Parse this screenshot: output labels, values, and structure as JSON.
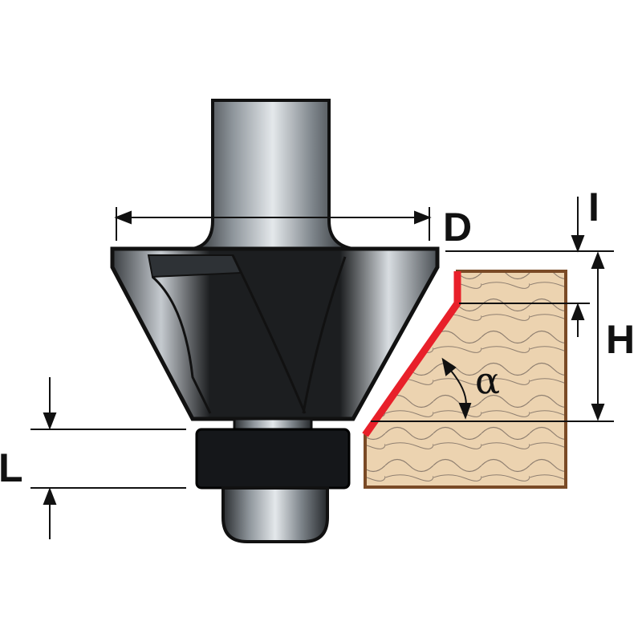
{
  "labels": {
    "diameter": "D",
    "chamfer_offset": "I",
    "height": "H",
    "bearing_length": "L",
    "angle": "α"
  },
  "colors": {
    "metal_dark": "#1a1c1e",
    "metal_light": "#c9ced2",
    "wood": "#ecd3b0",
    "wood_edge": "#7a4a26",
    "cut_edge": "#e8202a"
  }
}
